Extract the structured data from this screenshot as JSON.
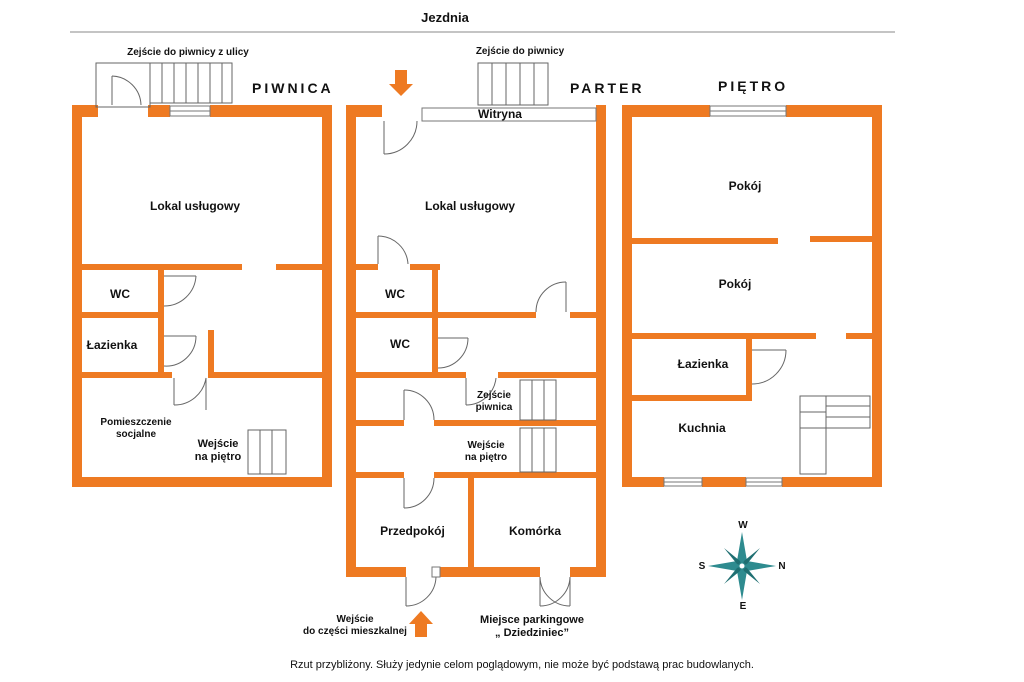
{
  "street": "Jezdnia",
  "floors": {
    "basement": {
      "title": "PIWNICA",
      "stairs_label": "Zejście do piwnicy z ulicy",
      "rooms": {
        "main": "Lokal usługowy",
        "wc": "WC",
        "bathroom": "Łazienka",
        "social_room": "Pomieszczenie\nsocjalne",
        "upstairs": "Wejście\nna piętro"
      }
    },
    "ground": {
      "title": "PARTER",
      "stairs_label": "Zejście do piwnicy",
      "window_label": "Witryna",
      "rooms": {
        "main": "Lokal usługowy",
        "wc1": "WC",
        "wc2": "WC",
        "basement_stairs": "Zejście\npiwnica",
        "upstairs": "Wejście\nna piętro",
        "hall": "Przedpokój",
        "storage": "Komórka"
      },
      "entrance_label": "Wejście\ndo części mieszkalnej",
      "parking_label": "Miejsce parkingowe\n„ Dziedziniec”"
    },
    "upper": {
      "title": "PIĘTRO",
      "rooms": {
        "room1": "Pokój",
        "room2": "Pokój",
        "bathroom": "Łazienka",
        "kitchen": "Kuchnia"
      }
    }
  },
  "compass": {
    "n": "N",
    "s": "S",
    "e": "E",
    "w": "W"
  },
  "footer": "Rzut przybliżony. Służy jedynie celom poglądowym, nie może być podstawą prac budowlanych.",
  "colors": {
    "wall": "#EE7A22",
    "compass": "#2E8B8F",
    "lines": "#555555"
  }
}
